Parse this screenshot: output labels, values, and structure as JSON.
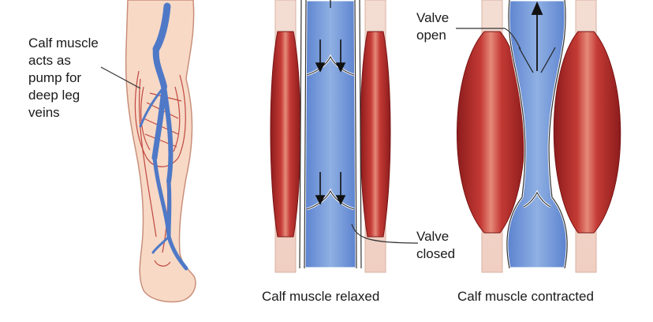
{
  "labels": {
    "calf_pump": [
      "Calf muscle",
      "acts as",
      "pump for",
      "deep leg",
      "veins"
    ],
    "valve_open": [
      "Valve",
      "open"
    ],
    "valve_closed": [
      "Valve",
      "closed"
    ]
  },
  "captions": {
    "relaxed": "Calf muscle relaxed",
    "contracted": "Calf muscle contracted"
  },
  "colors": {
    "skin": "#f7d9c6",
    "skin_outline": "#c98f7a",
    "muscle": "#b52a2a",
    "muscle_dark": "#8c1c1c",
    "vein": "#4f79c7",
    "vein_light": "#8ba9dd",
    "arrow": "#111111"
  },
  "icons": [
    "down-arrow-icon",
    "up-arrow-icon"
  ]
}
